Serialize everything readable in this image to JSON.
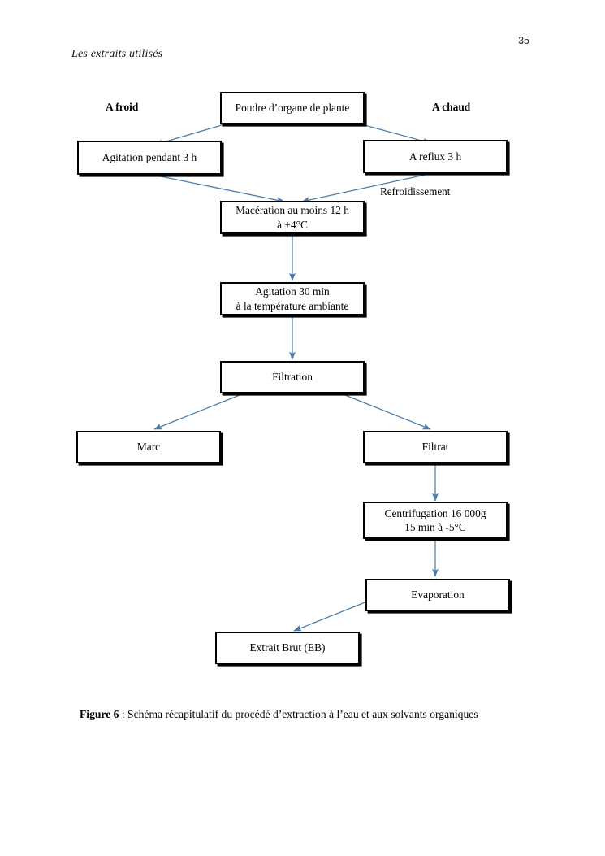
{
  "header": {
    "page_number": "35",
    "running_head": "Les extraits utilisés"
  },
  "colors": {
    "arrow": "#4a7cab",
    "box_border": "#000000",
    "page_background": "#ffffff",
    "text": "#000000"
  },
  "diagram": {
    "side_labels": {
      "cold": "A froid",
      "hot": "A chaud"
    },
    "edge_labels": {
      "cooling": "Refroidissement"
    },
    "nodes": {
      "powder": "Poudre d’organe de plante",
      "stirring_3h": "Agitation pendant 3 h",
      "reflux_3h": "A reflux 3 h",
      "maceration_l1": "Macération au moins 12 h",
      "maceration_l2": "à +4°C",
      "stirring_30min_l1": "Agitation 30 min",
      "stirring_30min_l2": "à la température ambiante",
      "filtration": "Filtration",
      "marc": "Marc",
      "filtrate": "Filtrat",
      "centrifugation_l1": "Centrifugation 16 000g",
      "centrifugation_l2": "15 min à -5°C",
      "evaporation": "Evaporation",
      "crude_extract": "Extrait Brut (EB)"
    }
  },
  "caption": {
    "label": "Figure 6",
    "text": " : Schéma récapitulatif du procédé d’extraction à l’eau et aux solvants organiques"
  }
}
